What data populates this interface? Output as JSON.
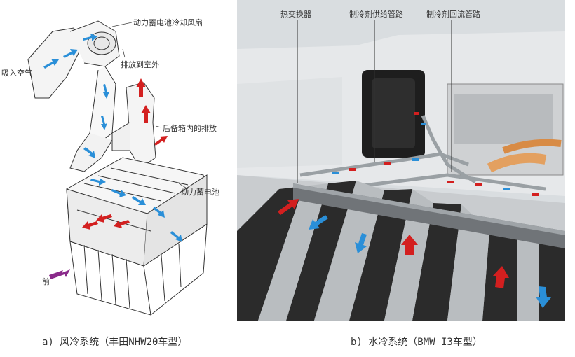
{
  "left_diagram": {
    "labels": {
      "fan": "动力蓄电池冷却风扇",
      "intake": "吸入空气",
      "exhaust_outside": "排放到室外",
      "trunk_exhaust": "后备箱内的排放",
      "battery": "动力蓄电池",
      "front": "前"
    },
    "caption": "a) 风冷系统（丰田NHW20车型）"
  },
  "right_diagram": {
    "labels": {
      "heat_exchanger": "热交换器",
      "supply_line": "制冷剂供给管路",
      "return_line": "制冷剂回流管路"
    },
    "caption": "b) 水冷系统（BMW I3车型）"
  },
  "colors": {
    "hot_arrow": "#d32020",
    "cool_arrow": "#2a8fd8",
    "front_arrow": "#8a2a8a"
  }
}
